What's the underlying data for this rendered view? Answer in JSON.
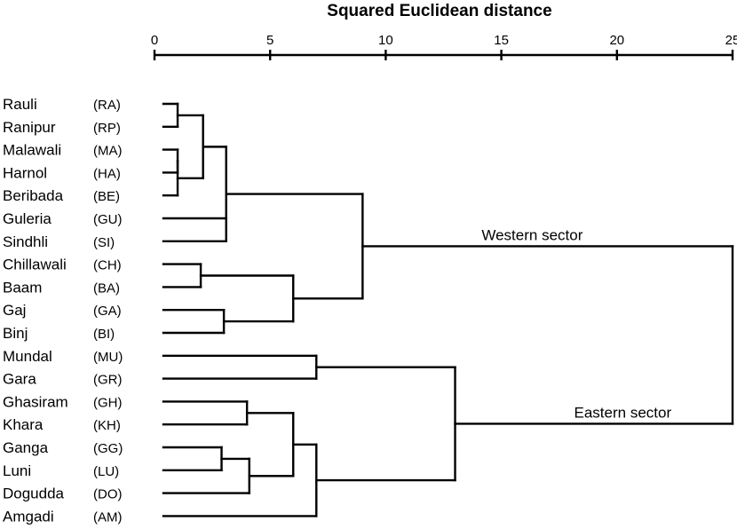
{
  "chart_data": {
    "type": "dendrogram",
    "title": "Squared Euclidean distance",
    "xlim": [
      0,
      25
    ],
    "ticks": [
      0,
      5,
      10,
      15,
      20,
      25
    ],
    "leaves": [
      {
        "name": "Rauli",
        "code": "(RA)"
      },
      {
        "name": "Ranipur",
        "code": "(RP)"
      },
      {
        "name": "Malawali",
        "code": "(MA)"
      },
      {
        "name": "Harnol",
        "code": "(HA)"
      },
      {
        "name": "Beribada",
        "code": "(BE)"
      },
      {
        "name": "Guleria",
        "code": "(GU)"
      },
      {
        "name": "Sindhli",
        "code": "(SI)"
      },
      {
        "name": "Chillawali",
        "code": "(CH)"
      },
      {
        "name": "Baam",
        "code": "(BA)"
      },
      {
        "name": "Gaj",
        "code": "(GA)"
      },
      {
        "name": "Binj",
        "code": "(BI)"
      },
      {
        "name": "Mundal",
        "code": "(MU)"
      },
      {
        "name": "Gara",
        "code": "(GR)"
      },
      {
        "name": "Ghasiram",
        "code": "(GH)"
      },
      {
        "name": "Khara",
        "code": "(KH)"
      },
      {
        "name": "Ganga",
        "code": "(GG)"
      },
      {
        "name": "Luni",
        "code": "(LU)"
      },
      {
        "name": "Dogudda",
        "code": "(DO)"
      },
      {
        "name": "Amgadi",
        "code": "(AM)"
      }
    ],
    "merges": [
      {
        "id": "m1",
        "children": [
          "RA",
          "RP"
        ],
        "height": 1.0
      },
      {
        "id": "m2",
        "children": [
          "MA",
          "HA"
        ],
        "height": 1.0
      },
      {
        "id": "m3",
        "children": [
          "m2",
          "BE"
        ],
        "height": 1.0
      },
      {
        "id": "m4",
        "children": [
          "m1",
          "m3"
        ],
        "height": 2.1
      },
      {
        "id": "m5",
        "children": [
          "m4",
          "GU",
          "SI"
        ],
        "height": 3.1
      },
      {
        "id": "m6",
        "children": [
          "CH",
          "BA"
        ],
        "height": 2.0
      },
      {
        "id": "m7",
        "children": [
          "GA",
          "BI"
        ],
        "height": 3.0
      },
      {
        "id": "m8",
        "children": [
          "m6",
          "m7"
        ],
        "height": 6.0
      },
      {
        "id": "m9",
        "children": [
          "m5",
          "m8"
        ],
        "height": 9.0
      },
      {
        "id": "m10",
        "children": [
          "MU",
          "GR"
        ],
        "height": 7.0
      },
      {
        "id": "m11",
        "children": [
          "GH",
          "KH"
        ],
        "height": 4.0
      },
      {
        "id": "m12",
        "children": [
          "GG",
          "LU"
        ],
        "height": 2.9
      },
      {
        "id": "m13",
        "children": [
          "m12",
          "DO"
        ],
        "height": 4.1
      },
      {
        "id": "m14",
        "children": [
          "m11",
          "m13"
        ],
        "height": 6.0
      },
      {
        "id": "m15",
        "children": [
          "m14",
          "AM"
        ],
        "height": 7.0
      },
      {
        "id": "m16",
        "children": [
          "m10",
          "m15"
        ],
        "height": 13.0
      },
      {
        "id": "m17",
        "children": [
          "m9",
          "m16"
        ],
        "height": 25.0
      }
    ],
    "annotations": [
      {
        "text": "Western sector",
        "node": "m9"
      },
      {
        "text": "Eastern sector",
        "node": "m16"
      }
    ]
  }
}
